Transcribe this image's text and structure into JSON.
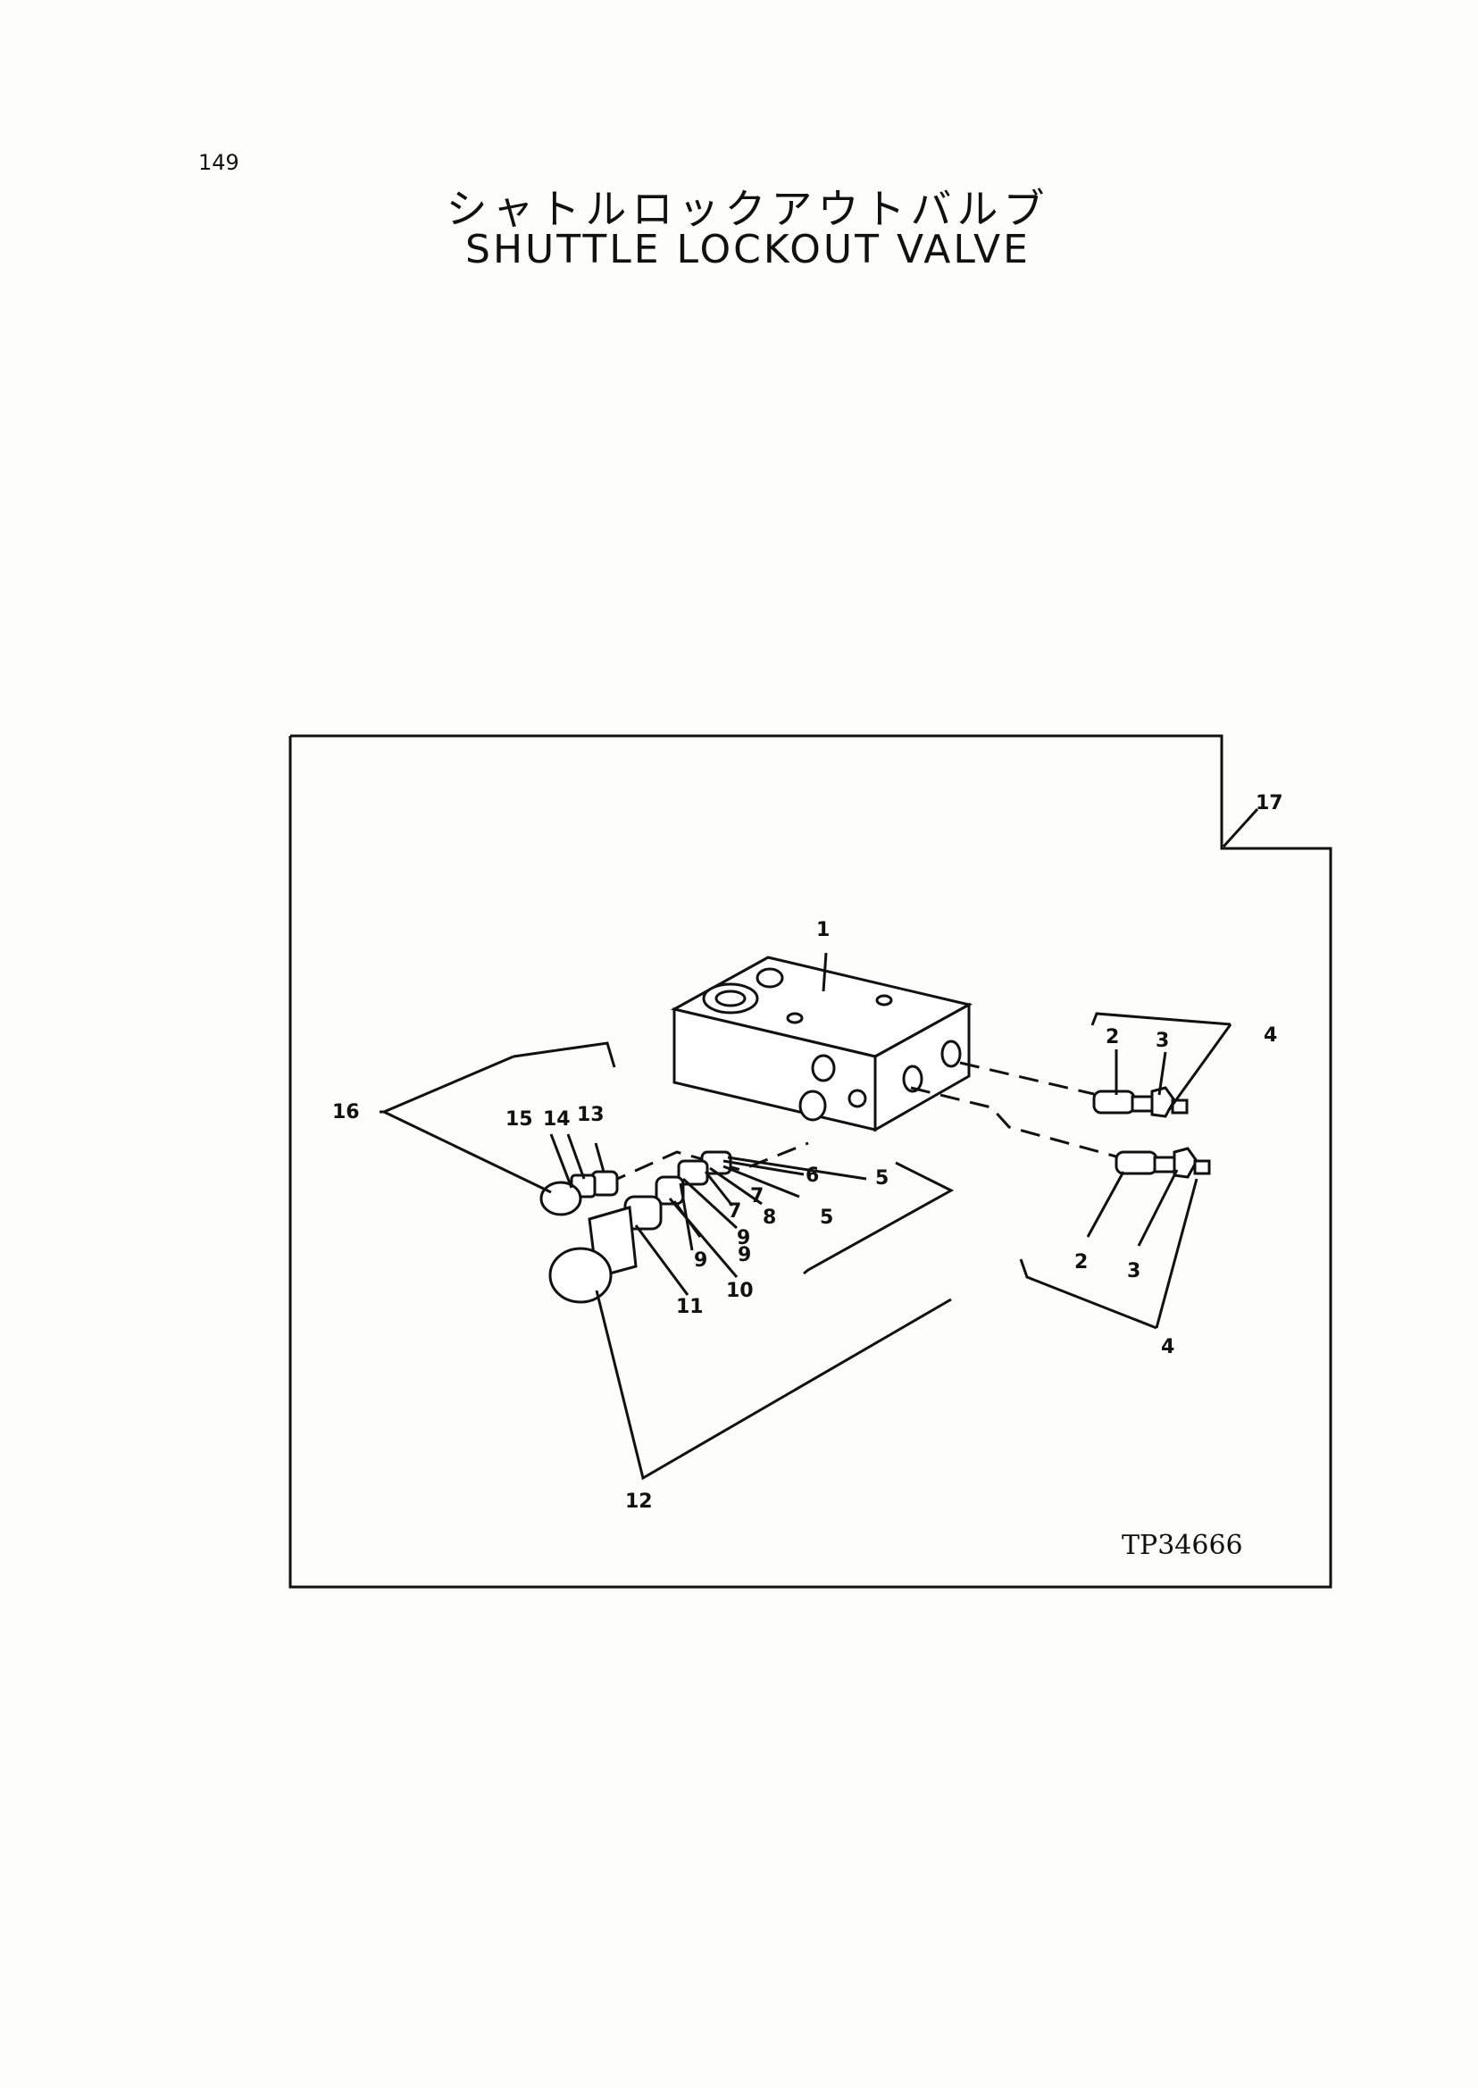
{
  "page": {
    "number": "149"
  },
  "title": {
    "jp": "シャトルロックアウトバルブ",
    "en": "SHUTTLE LOCKOUT VALVE"
  },
  "diagram": {
    "ref_code": "TP34666",
    "callouts": {
      "c1": "1",
      "c2a": "2",
      "c3a": "3",
      "c4a": "4",
      "c2b": "2",
      "c3b": "3",
      "c4b": "4",
      "c5a": "5",
      "c6": "6",
      "c5b": "5",
      "c7a": "7",
      "c8": "8",
      "c7b": "7",
      "c9a": "9",
      "c9b": "9",
      "c9c": "9",
      "c10": "10",
      "c11": "11",
      "c12": "12",
      "c13": "13",
      "c14": "14",
      "c15": "15",
      "c16": "16",
      "c17": "17"
    }
  }
}
